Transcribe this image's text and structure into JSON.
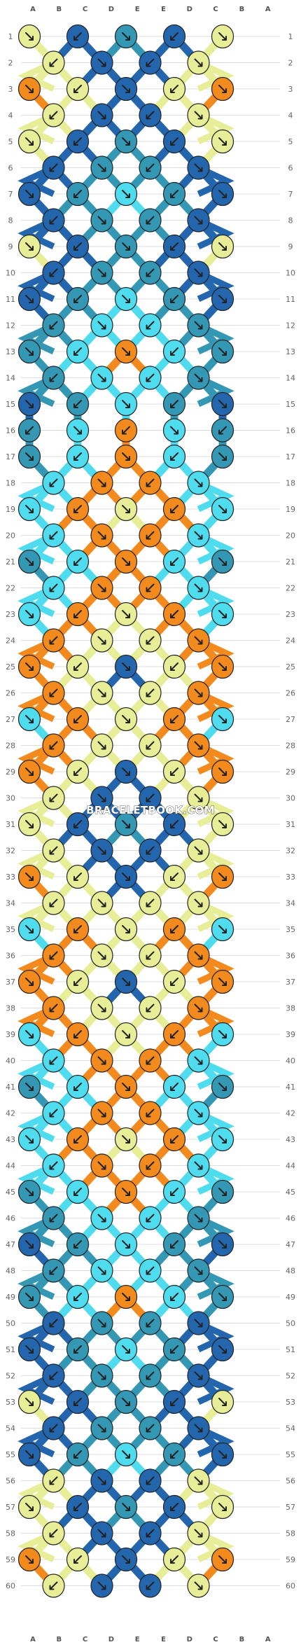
{
  "watermark": "BRACELETBOOK.COM",
  "strand_labels": [
    "A",
    "B",
    "C",
    "D",
    "E",
    "E",
    "D",
    "C",
    "B",
    "A"
  ],
  "row_count": 60,
  "colors": {
    "A": "#f28a1e",
    "B": "#e8ee98",
    "C": "#4fdcef",
    "D": "#2466ad",
    "E": "#3497b4",
    "grid": "#dddddd",
    "outline": "#222222"
  },
  "knot_colors_by_row": [
    [
      "B",
      "D",
      "E",
      "D",
      "B"
    ],
    [
      "B",
      "D",
      "D",
      "B"
    ],
    [
      "A",
      "B",
      "D",
      "B",
      "A"
    ],
    [
      "B",
      "D",
      "D",
      "B"
    ],
    [
      "B",
      "D",
      "E",
      "D",
      "B"
    ],
    [
      "D",
      "E",
      "E",
      "D"
    ],
    [
      "D",
      "E",
      "C",
      "E",
      "D"
    ],
    [
      "D",
      "E",
      "E",
      "D"
    ],
    [
      "B",
      "D",
      "E",
      "D",
      "B"
    ],
    [
      "D",
      "E",
      "E",
      "D"
    ],
    [
      "D",
      "E",
      "C",
      "E",
      "D"
    ],
    [
      "E",
      "C",
      "C",
      "E"
    ],
    [
      "E",
      "C",
      "A",
      "C",
      "E"
    ],
    [
      "E",
      "C",
      "C",
      "E"
    ],
    [
      "D",
      "E",
      "C",
      "E",
      "D"
    ],
    [
      "E",
      "C",
      "A",
      "C",
      "E"
    ],
    [
      "E",
      "C",
      "A",
      "C",
      "E"
    ],
    [
      "C",
      "A",
      "A",
      "C"
    ],
    [
      "C",
      "A",
      "B",
      "A",
      "C"
    ],
    [
      "C",
      "A",
      "A",
      "C"
    ],
    [
      "E",
      "C",
      "A",
      "C",
      "E"
    ],
    [
      "C",
      "A",
      "A",
      "C"
    ],
    [
      "C",
      "A",
      "B",
      "A",
      "C"
    ],
    [
      "A",
      "B",
      "B",
      "A"
    ],
    [
      "A",
      "B",
      "D",
      "B",
      "A"
    ],
    [
      "A",
      "B",
      "B",
      "A"
    ],
    [
      "C",
      "A",
      "B",
      "A",
      "C"
    ],
    [
      "A",
      "B",
      "B",
      "A"
    ],
    [
      "A",
      "B",
      "D",
      "B",
      "A"
    ],
    [
      "B",
      "D",
      "D",
      "B"
    ],
    [
      "B",
      "D",
      "E",
      "D",
      "B"
    ],
    [
      "B",
      "D",
      "D",
      "B"
    ],
    [
      "A",
      "B",
      "D",
      "B",
      "A"
    ],
    [
      "B",
      "B",
      "B",
      "B"
    ],
    [
      "C",
      "A",
      "B",
      "A",
      "C"
    ],
    [
      "A",
      "B",
      "B",
      "A"
    ],
    [
      "A",
      "B",
      "D",
      "B",
      "A"
    ],
    [
      "A",
      "B",
      "B",
      "A"
    ],
    [
      "C",
      "A",
      "B",
      "A",
      "C"
    ],
    [
      "C",
      "A",
      "A",
      "C"
    ],
    [
      "E",
      "C",
      "A",
      "C",
      "E"
    ],
    [
      "C",
      "A",
      "A",
      "C"
    ],
    [
      "C",
      "A",
      "B",
      "A",
      "C"
    ],
    [
      "C",
      "A",
      "A",
      "C"
    ],
    [
      "E",
      "C",
      "A",
      "C",
      "E"
    ],
    [
      "E",
      "C",
      "C",
      "E"
    ],
    [
      "D",
      "E",
      "C",
      "E",
      "D"
    ],
    [
      "E",
      "C",
      "C",
      "E"
    ],
    [
      "E",
      "C",
      "A",
      "C",
      "E"
    ],
    [
      "D",
      "E",
      "E",
      "D"
    ],
    [
      "D",
      "E",
      "C",
      "E",
      "D"
    ],
    [
      "D",
      "E",
      "E",
      "D"
    ],
    [
      "B",
      "D",
      "E",
      "D",
      "B"
    ],
    [
      "D",
      "E",
      "E",
      "D"
    ],
    [
      "D",
      "E",
      "C",
      "E",
      "D"
    ],
    [
      "B",
      "D",
      "D",
      "B"
    ],
    [
      "B",
      "D",
      "E",
      "D",
      "B"
    ],
    [
      "B",
      "D",
      "D",
      "B"
    ],
    [
      "A",
      "B",
      "D",
      "B",
      "A"
    ],
    [
      "B",
      "D",
      "D",
      "B"
    ]
  ]
}
